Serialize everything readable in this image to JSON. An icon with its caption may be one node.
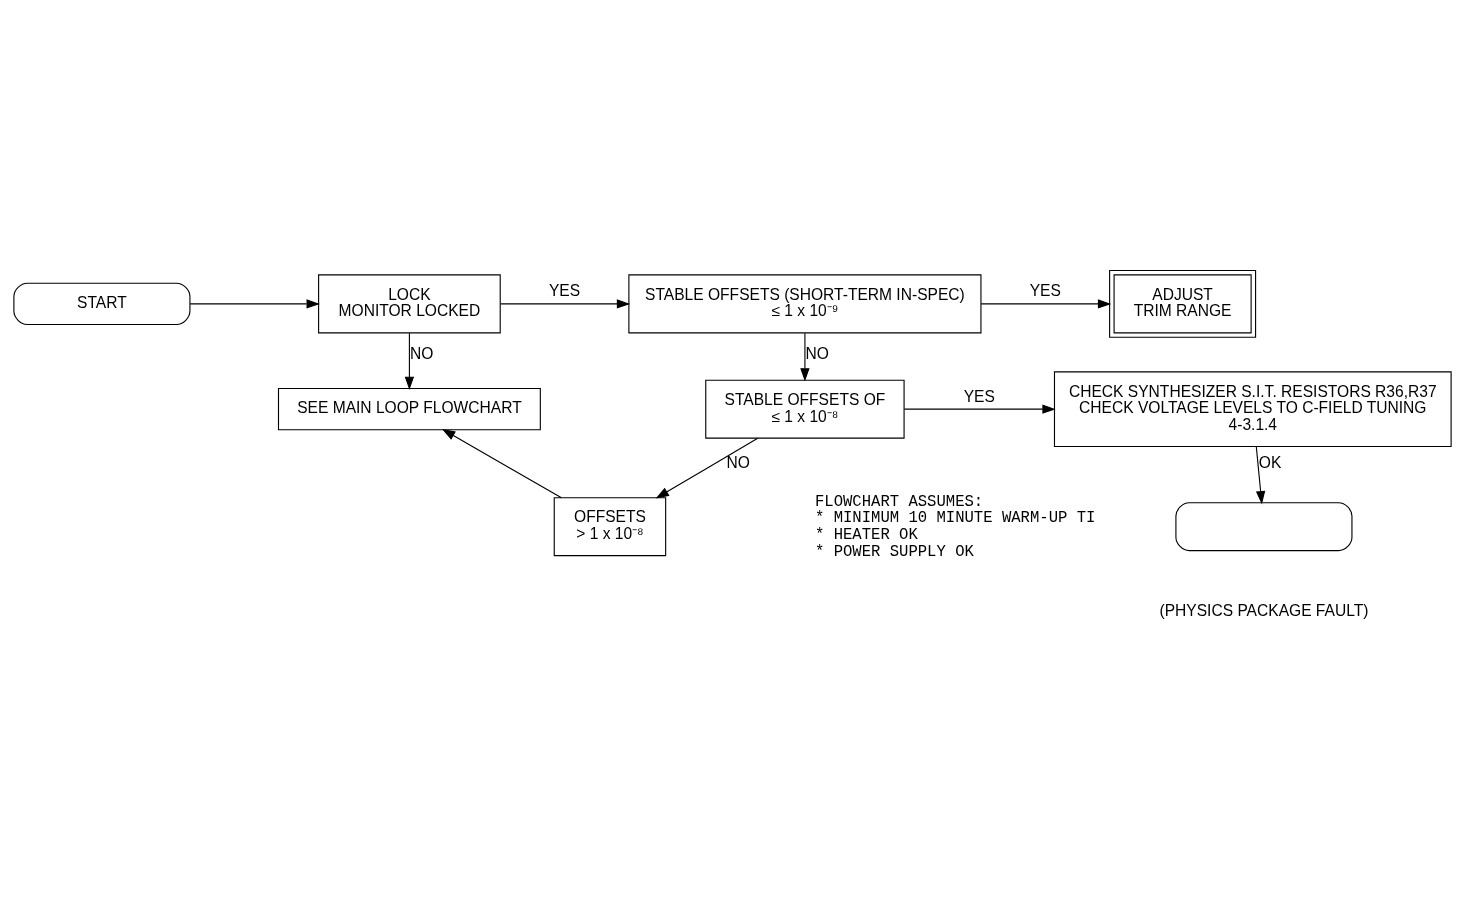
{
  "diagram": {
    "nodes": [
      {
        "text": [
          "START"
        ]
      },
      {
        "text": [
          "LOCK",
          "MONITOR LOCKED"
        ]
      },
      {
        "text": [
          "STABLE OFFSETS (SHORT-TERM IN-SPEC)",
          "≤ 1 x 10⁻⁹"
        ]
      },
      {
        "text": [
          "ADJUST",
          "TRIM RANGE"
        ]
      },
      {
        "text": [
          "SEE MAIN LOOP FLOWCHART"
        ]
      },
      {
        "text": [
          "STABLE OFFSETS OF",
          "≤ 1 x 10⁻⁸"
        ]
      },
      {
        "text": [
          "CHECK SYNTHESIZER S.I.T. RESISTORS R36,R37",
          "CHECK VOLTAGE LEVELS TO C-FIELD TUNING",
          "4-3.1.4"
        ]
      },
      {
        "text": [],
        "shape": "box",
        "beside": [
          "(PHYSICS PACKAGE FAULT)"
        ]
      },
      {
        "text": [
          "OFFSETS",
          "> 1 x 10⁻⁸"
        ]
      }
    ],
    "edges": [
      {
        "from": 0,
        "to": 1,
        "arrow": "to"
      },
      {
        "from": 1,
        "to": 2,
        "arrow": "to",
        "label": "YES"
      },
      {
        "from": 2,
        "to": 3,
        "arrow": "to",
        "label": "YES"
      },
      {
        "from": 2,
        "to": 5,
        "arrow": "to",
        "label": "NO"
      },
      {
        "from": 1,
        "to": 4,
        "arrow": "to",
        "label": "NO"
      },
      {
        "from": 5,
        "to": 6,
        "arrow": "to",
        "label": "YES"
      },
      {
        "from": 5,
        "to": 8,
        "arrow": "to",
        "label": "NO"
      },
      {
        "from": 6,
        "to": 7,
        "arrow": "to",
        "label": "OK"
      },
      {
        "from": 8,
        "to": 4,
        "arrow": "to"
      }
    ],
    "labels": [
      "FLOWCHART ASSUMES:",
      "* MINIMUM 10 MINUTE WARM-UP TI",
      "* HEATER OK",
      "* POWER SUPPLY OK"
    ]
  }
}
